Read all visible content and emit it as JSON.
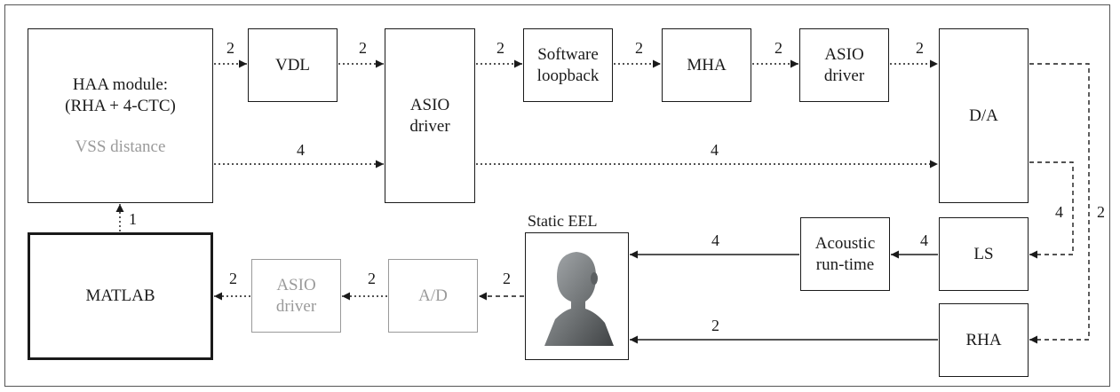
{
  "boxes": {
    "haa_title": "HAA module:",
    "haa_subtitle": "(RHA + 4-CTC)",
    "haa_vss": "VSS distance",
    "vdl": "VDL",
    "asio_main": [
      "ASIO",
      "driver"
    ],
    "software_loopback": [
      "Software",
      "loopback"
    ],
    "mha": "MHA",
    "asio_out": [
      "ASIO",
      "driver"
    ],
    "da": "D/A",
    "ls": "LS",
    "acoustic": [
      "Acoustic",
      "run-time"
    ],
    "rha": "RHA",
    "static_eel": "Static EEL",
    "matlab": "MATLAB",
    "asio_in": [
      "ASIO",
      "driver"
    ],
    "ad": "A/D"
  },
  "channel_labels": {
    "haa_to_vdl": "2",
    "vdl_to_asio": "2",
    "asio_to_loopback": "2",
    "loopback_to_mha": "2",
    "mha_to_asio": "2",
    "asio_to_da": "2",
    "haa_to_asio_4": "4",
    "asio_to_da_4": "4",
    "matlab_to_haa": "1",
    "da_to_ls": "4",
    "da_to_rha": "2",
    "ls_to_acoustic": "4",
    "acoustic_to_eel": "4",
    "rha_to_eel": "2",
    "eel_to_ad": "2",
    "ad_to_asio": "2",
    "asio_to_matlab": "2"
  },
  "colors": {
    "line": "#1a1a1a",
    "inactive": "#9a9a9a",
    "head_fill": "#7a7e80"
  }
}
